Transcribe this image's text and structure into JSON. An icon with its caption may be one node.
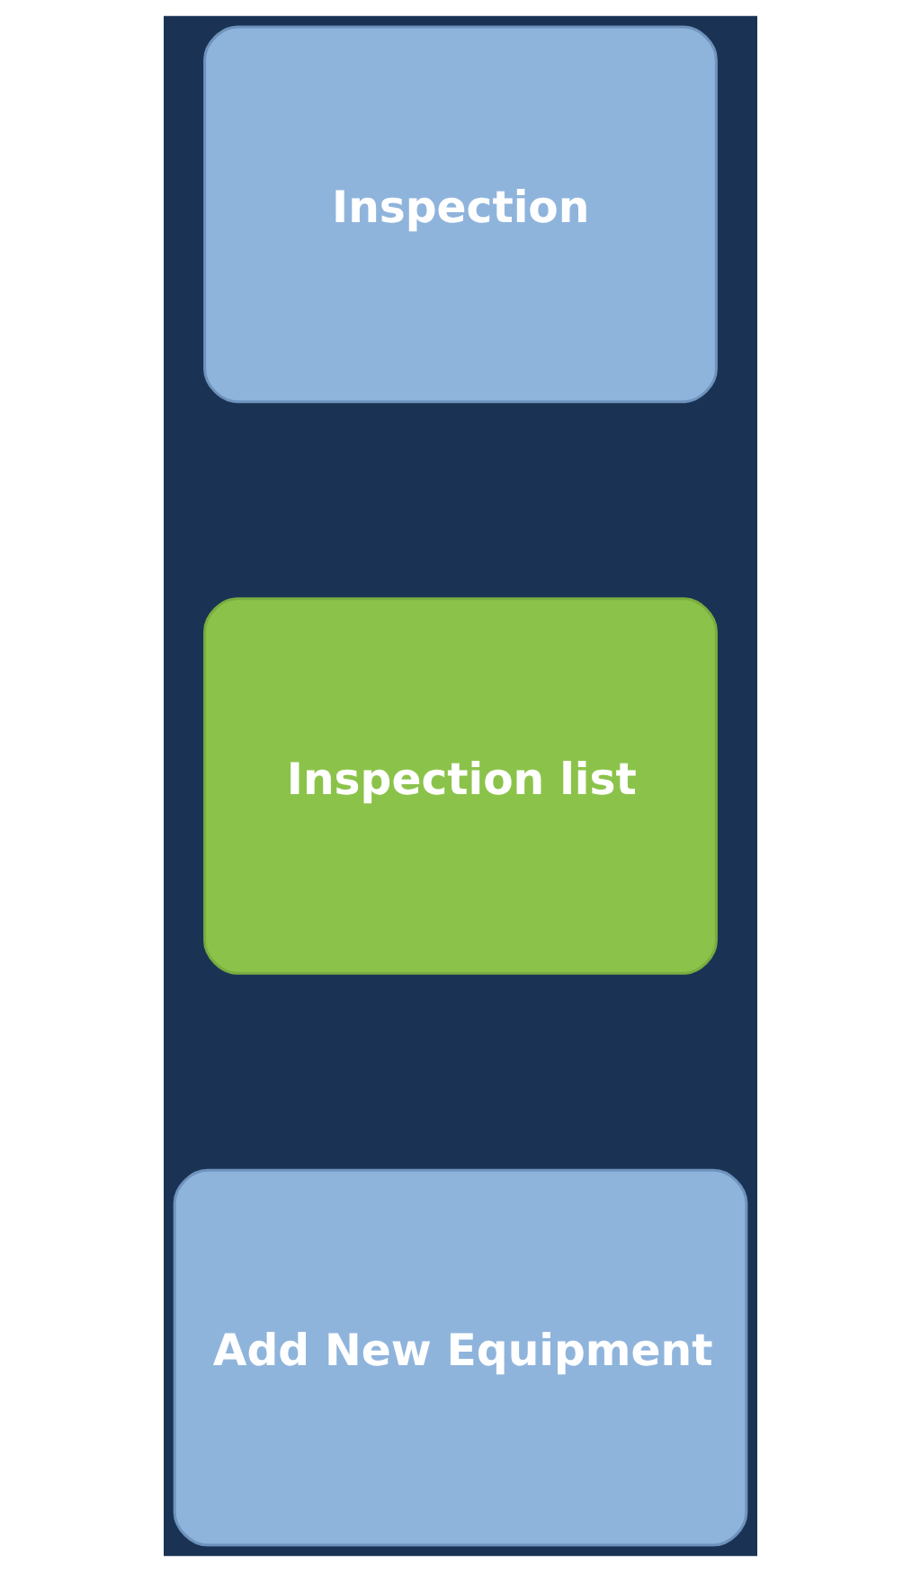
{
  "diagram": {
    "nodes": [
      {
        "text": [
          "Inspection"
        ]
      },
      {
        "text": [
          "Inspection list"
        ]
      },
      {
        "text": [
          "Add New Equipment"
        ]
      }
    ]
  }
}
